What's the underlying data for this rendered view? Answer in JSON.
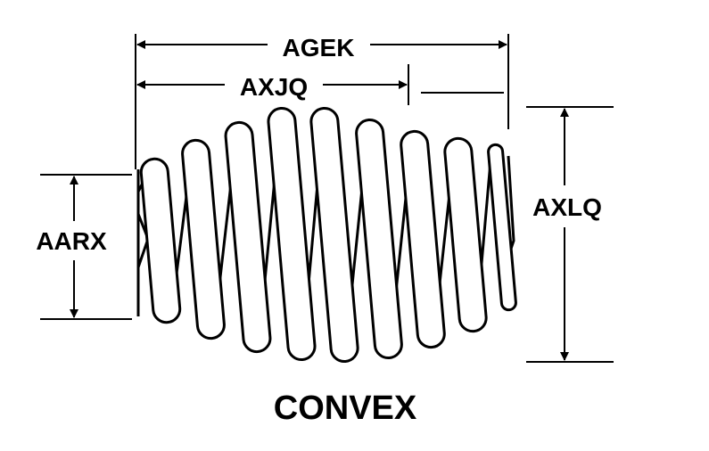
{
  "labels": {
    "overall_length": "AGEK",
    "inner_length": "AXJQ",
    "end_diameter": "AARX",
    "center_diameter": "AXLQ",
    "title": "CONVEX"
  },
  "colors": {
    "stroke": "#000000",
    "background": "#ffffff"
  }
}
